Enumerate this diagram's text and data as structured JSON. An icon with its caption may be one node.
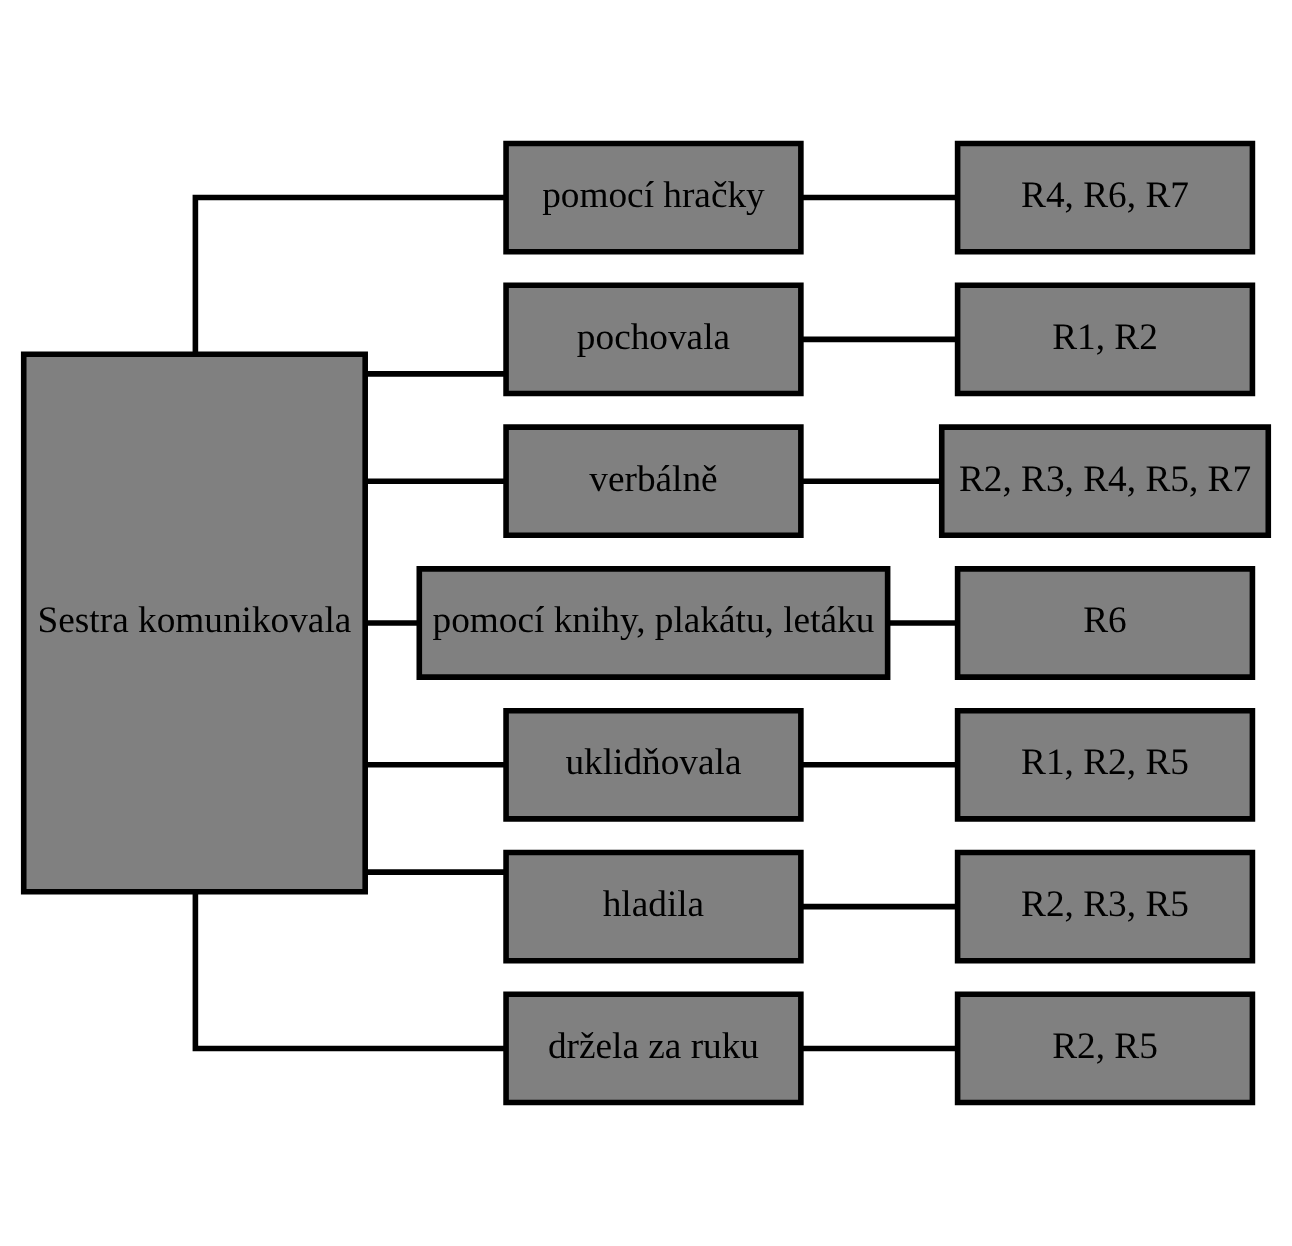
{
  "diagram": {
    "nodes": [
      {
        "text": [
          "Sestra komunikovala"
        ]
      },
      {
        "text": [
          "pomocí hračky"
        ]
      },
      {
        "text": [
          "R4, R6, R7"
        ]
      },
      {
        "text": [
          "pochovala"
        ]
      },
      {
        "text": [
          "R1, R2"
        ]
      },
      {
        "text": [
          "verbálně"
        ]
      },
      {
        "text": [
          "R2, R3, R4, R5, R7"
        ]
      },
      {
        "text": [
          "pomocí knihy, plakátu, letáku"
        ]
      },
      {
        "text": [
          "R6"
        ]
      },
      {
        "text": [
          "uklidňovala"
        ]
      },
      {
        "text": [
          "R1, R2, R5"
        ]
      },
      {
        "text": [
          "hladila"
        ]
      },
      {
        "text": [
          "R2, R3, R5"
        ]
      },
      {
        "text": [
          "držela za ruku"
        ]
      },
      {
        "text": [
          "R2, R5"
        ]
      }
    ],
    "edges": [
      {
        "from": 0,
        "to": 1,
        "arrow": "none"
      },
      {
        "from": 0,
        "to": 3,
        "arrow": "none"
      },
      {
        "from": 0,
        "to": 5,
        "arrow": "none"
      },
      {
        "from": 0,
        "to": 7,
        "arrow": "none"
      },
      {
        "from": 0,
        "to": 9,
        "arrow": "none"
      },
      {
        "from": 0,
        "to": 11,
        "arrow": "none"
      },
      {
        "from": 0,
        "to": 13,
        "arrow": "none"
      },
      {
        "from": 1,
        "to": 2,
        "arrow": "none"
      },
      {
        "from": 3,
        "to": 4,
        "arrow": "none"
      },
      {
        "from": 5,
        "to": 6,
        "arrow": "none"
      },
      {
        "from": 7,
        "to": 8,
        "arrow": "none"
      },
      {
        "from": 9,
        "to": 10,
        "arrow": "none"
      },
      {
        "from": 11,
        "to": 12,
        "arrow": "none"
      },
      {
        "from": 13,
        "to": 14,
        "arrow": "none"
      }
    ]
  }
}
